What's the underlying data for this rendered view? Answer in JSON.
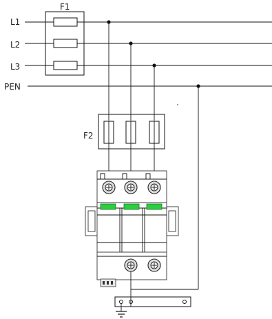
{
  "labels": {
    "f1": "F1",
    "f2": "F2",
    "l1": "L1",
    "l2": "L2",
    "l3": "L3",
    "pen": "PEN"
  },
  "colors": {
    "line": "#111111",
    "indicator": "#2ecc40",
    "device_body": "#ffffff",
    "terminal": "#dddddd"
  },
  "icons": [
    "fuse-icon",
    "junction-dot-icon",
    "screw-terminal-icon",
    "status-indicator-icon",
    "ground-icon",
    "terminal-bar-icon"
  ]
}
